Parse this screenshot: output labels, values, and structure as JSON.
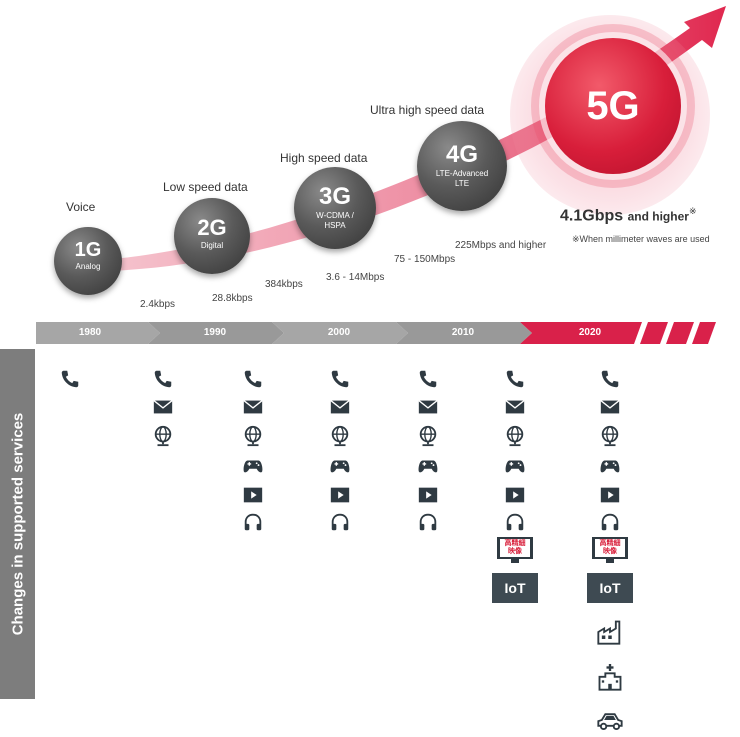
{
  "generations": [
    {
      "name": "1G",
      "tech": "Analog",
      "label": "Voice",
      "speed": "2.4kbps"
    },
    {
      "name": "2G",
      "tech": "Digital",
      "label": "Low speed data",
      "speed": "28.8kbps"
    },
    {
      "name": "3G",
      "tech": "W-CDMA / HSPA",
      "label": "High speed data",
      "speed_a": "384kbps",
      "speed_b": "3.6 - 14Mbps"
    },
    {
      "name": "4G",
      "tech_line1": "LTE-Advanced",
      "tech_line2": "LTE",
      "label": "Ultra high speed data",
      "speed_a": "75 - 150Mbps",
      "speed_b": "225Mbps and higher"
    },
    {
      "name": "5G",
      "speed": "4.1Gbps",
      "speed_suffix": "and higher",
      "mark": "※",
      "note": "※When millimeter waves are used"
    }
  ],
  "timeline": [
    "1980",
    "1990",
    "2000",
    "2010",
    "2020"
  ],
  "services_title": "Changes in supported services",
  "icons": {
    "phone": "phone-icon",
    "mail": "mail-icon",
    "web": "globe-icon",
    "game": "gamepad-icon",
    "video": "video-play-icon",
    "music": "headphones-icon",
    "hd_video": "hd-video-icon",
    "iot": "iot-icon",
    "factory": "factory-icon",
    "hospital": "hospital-icon",
    "car": "car-icon"
  },
  "hd_video_text": [
    "高精細",
    "映像"
  ],
  "iot_label": "IoT",
  "colors": {
    "gray_orb": "#5a5a5a",
    "red": "#d81e3a",
    "timeline_gray": "#a6a6a6",
    "timeline_red": "#d9214a",
    "banner": "#7d7d7d"
  }
}
